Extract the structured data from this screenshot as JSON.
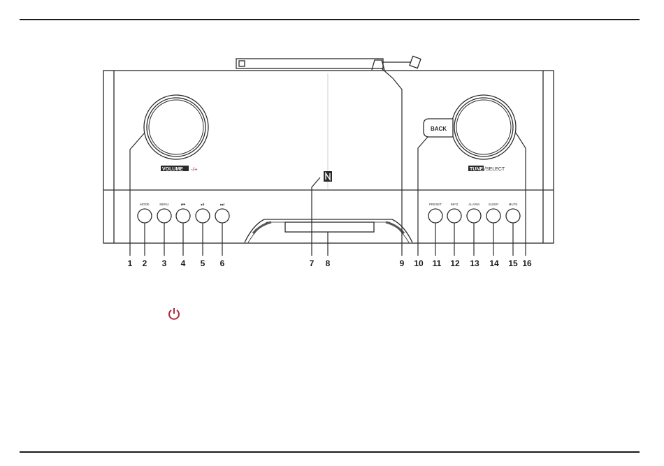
{
  "device": {
    "volume_label": "VOLUME",
    "tune_label": "TUNE",
    "select_label": "/SELECT",
    "back_label": "BACK",
    "nfc_icon": "nfc-icon",
    "left_buttons": [
      "MODE",
      "MENU",
      "⏮",
      "⏯",
      "⏭"
    ],
    "right_buttons": [
      "PRESET",
      "INFO",
      "ALARM",
      "SLEEP",
      "MUTE"
    ]
  },
  "callouts": [
    "1",
    "2",
    "3",
    "4",
    "5",
    "6",
    "7",
    "8",
    "9",
    "10",
    "11",
    "12",
    "13",
    "14",
    "15",
    "16"
  ],
  "icons": {
    "power": "power-icon"
  },
  "colors": {
    "line": "#2a2a2a",
    "power_icon": "#b1283a"
  }
}
